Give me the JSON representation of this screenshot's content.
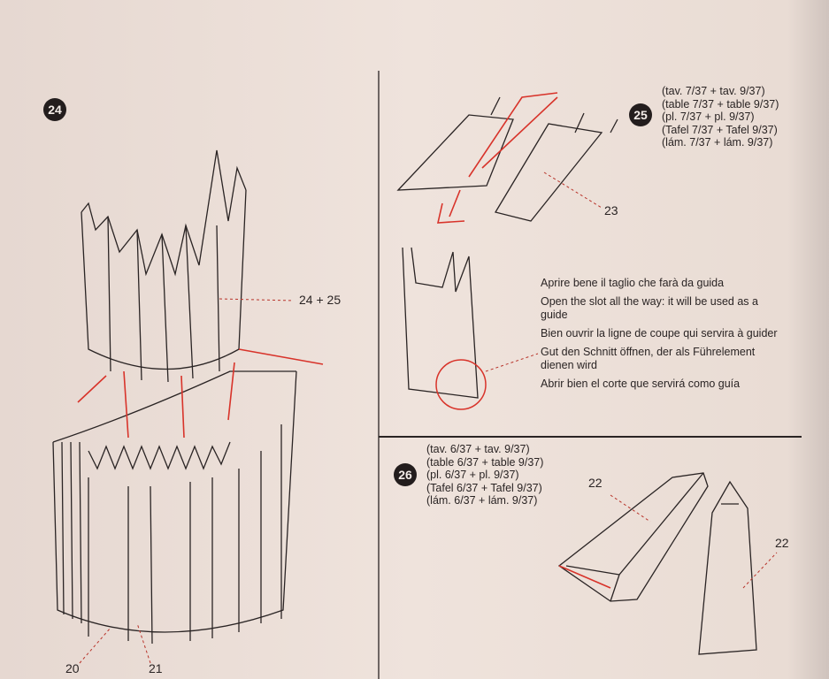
{
  "steps": [
    {
      "number": "24",
      "callouts": {
        "top": "24 + 25",
        "left": "20",
        "right": "21"
      }
    },
    {
      "number": "25",
      "refs": [
        "(tav. 7/37 + tav. 9/37)",
        "(table 7/37 + table 9/37)",
        "(pl. 7/37 + pl. 9/37)",
        "(Tafel 7/37 + Tafel 9/37)",
        "(lám. 7/37 + lám. 9/37)"
      ],
      "callout": "23",
      "instructions": [
        "Aprire bene il taglio che farà da guida",
        "Open the slot all the way: it will be used as a guide",
        "Bien ouvrir la ligne de coupe qui servira à guider",
        "Gut den Schnitt öffnen, der als Führelement dienen wird",
        "Abrir bien el corte que servirá como guía"
      ]
    },
    {
      "number": "26",
      "refs": [
        "(tav. 6/37 + tav. 9/37)",
        "(table 6/37 + table 9/37)",
        "(pl. 6/37 + pl. 9/37)",
        "(Tafel 6/37 + Tafel 9/37)",
        "(lám. 6/37 + lám. 9/37)"
      ],
      "callouts": [
        "22",
        "22"
      ]
    }
  ],
  "colors": {
    "accent": "#d8332a",
    "ink": "#2a2424",
    "paper": "#ecdfd8"
  }
}
